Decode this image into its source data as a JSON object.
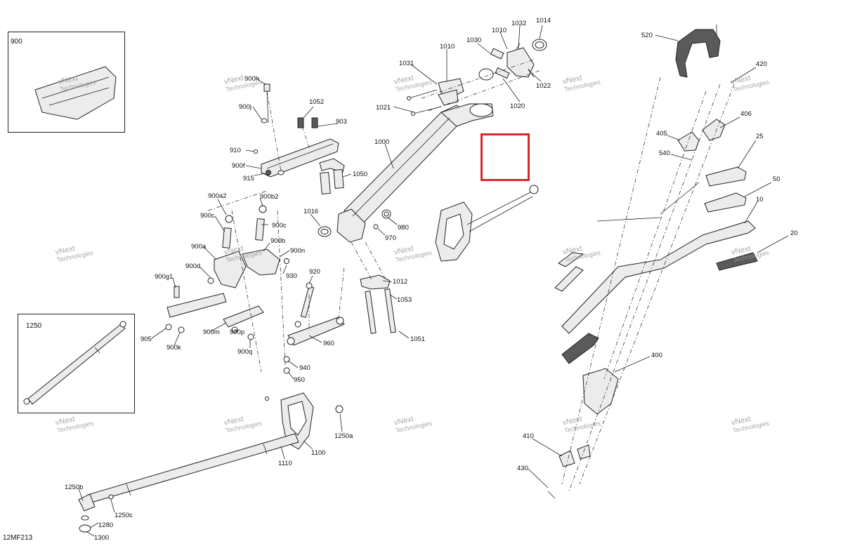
{
  "diagram_ref": "12MF213",
  "watermark": {
    "line1": "vNext",
    "line2": "Technologies"
  },
  "colors": {
    "highlight": "#d9262b",
    "line": "#222222",
    "part_fill": "#e6e6e6",
    "dark_fill": "#555555"
  },
  "insets": [
    {
      "id": "inset-900",
      "label": "900"
    },
    {
      "id": "inset-1250",
      "label": "1250"
    }
  ],
  "callouts": [
    "900",
    "900h",
    "900j",
    "1052",
    "903",
    "910",
    "900f",
    "915",
    "1050",
    "1031",
    "1010",
    "1030",
    "1010",
    "1032",
    "1014",
    "1022",
    "1020",
    "1021",
    "1000",
    "1016",
    "980",
    "970",
    "900a2",
    "900b2",
    "900c",
    "900c",
    "900b",
    "900n",
    "900a",
    "900d",
    "930",
    "920",
    "1012",
    "1053",
    "900g1",
    "905",
    "900k",
    "900m",
    "900p",
    "900q",
    "960",
    "1051",
    "940",
    "950",
    "1250",
    "1100",
    "1250a",
    "1110",
    "1250b",
    "1250c",
    "1280",
    "1300",
    "520",
    "420",
    "406",
    "405",
    "540",
    "25",
    "50",
    "10",
    "20",
    "400",
    "410",
    "430"
  ]
}
